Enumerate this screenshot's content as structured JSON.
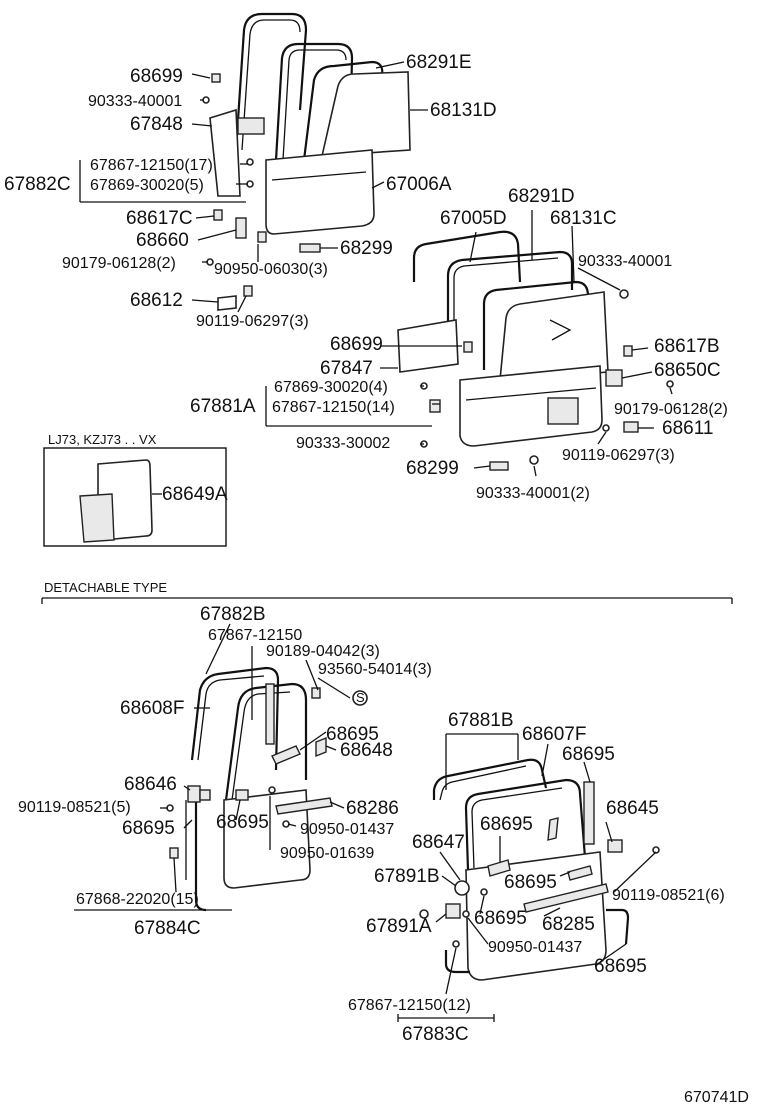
{
  "labels": {
    "p68699": "68699",
    "p90333_40001_a": "90333-40001",
    "p67848": "67848",
    "p68291E": "68291E",
    "p68131D": "68131D",
    "p67867_17": "67867-12150(17)",
    "p67869_5": "67869-30020(5)",
    "p67882C": "67882C",
    "p67006A": "67006A",
    "p68617C": "68617C",
    "p68660": "68660",
    "p90179_2a": "90179-06128(2)",
    "p90950_3": "90950-06030(3)",
    "p68299_a": "68299",
    "p68612": "68612",
    "p90119_3a": "90119-06297(3)",
    "p68291D": "68291D",
    "p67005D": "67005D",
    "p68131C": "68131C",
    "p90333_40001_b": "90333-40001",
    "p68699_b": "68699",
    "p67847": "67847",
    "p68617B": "68617B",
    "p68650C": "68650C",
    "p67869_4": "67869-30020(4)",
    "p67881A": "67881A",
    "p67867_14": "67867-12150(14)",
    "p90179_2b": "90179-06128(2)",
    "p68611": "68611",
    "p90333_30002": "90333-30002",
    "p90119_3b": "90119-06297(3)",
    "p68299_b": "68299",
    "p90333_40001_2": "90333-40001(2)",
    "inset_title": "LJ73, KZJ73 . . VX",
    "p68649A": "68649A",
    "detachable_title": "DETACHABLE TYPE",
    "p67882B": "67882B",
    "p67867_12150": "67867-12150",
    "p90189": "90189-04042(3)",
    "p93560": "93560-54014(3)",
    "p68608F": "68608F",
    "p68695_a": "68695",
    "p68648": "68648",
    "p68646": "68646",
    "p90119_5": "90119-08521(5)",
    "p68695_b": "68695",
    "p68695_c": "68695",
    "p68286": "68286",
    "p90950_01437_a": "90950-01437",
    "p90950_01639": "90950-01639",
    "p67868": "67868-22020(15)",
    "p67884C": "67884C",
    "p67881B": "67881B",
    "p68607F": "68607F",
    "p68695_d": "68695",
    "p68645": "68645",
    "p68647": "68647",
    "p68695_e": "68695",
    "p67891B": "67891B",
    "p68695_f": "68695",
    "p90119_6": "90119-08521(6)",
    "p67891A": "67891A",
    "p68695_g": "68695",
    "p68285": "68285",
    "p90950_01437_b": "90950-01437",
    "p68695_h": "68695",
    "p67867_12": "67867-12150(12)",
    "p67883C": "67883C",
    "diagram_id": "670741D"
  }
}
